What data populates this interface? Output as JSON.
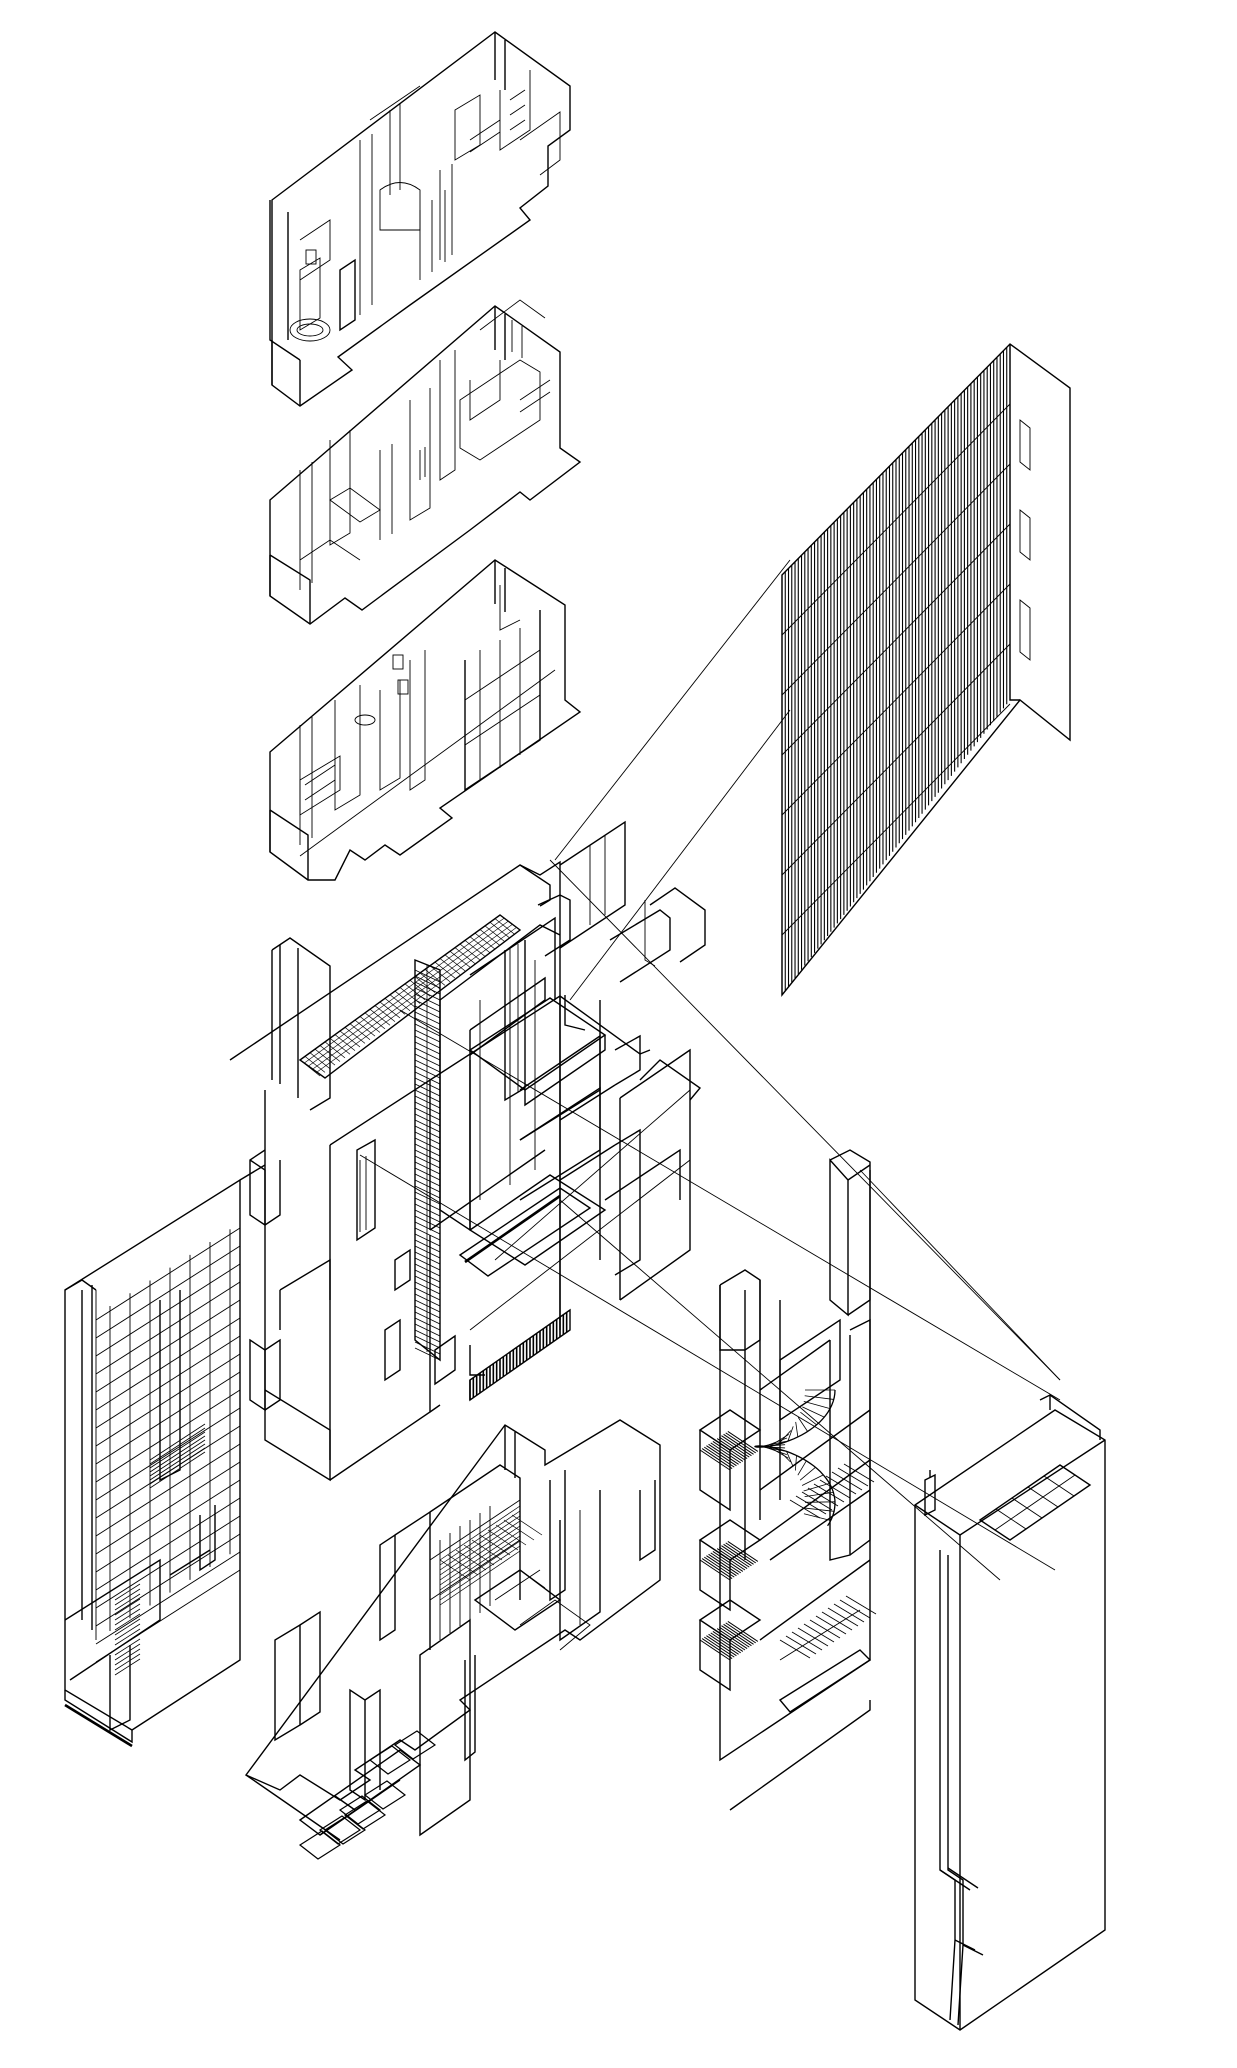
{
  "drawing": {
    "style": "isometric exploded axonometric line drawing",
    "line_color": "#000000",
    "background_color": "#ffffff",
    "components": [
      "upper-floor-plan",
      "middle-floor-plan",
      "lower-floor-plan",
      "slatted-screen-panel",
      "main-structure",
      "left-facade-wall",
      "ground-floor-plan",
      "stair-tower",
      "right-side-wall"
    ]
  }
}
